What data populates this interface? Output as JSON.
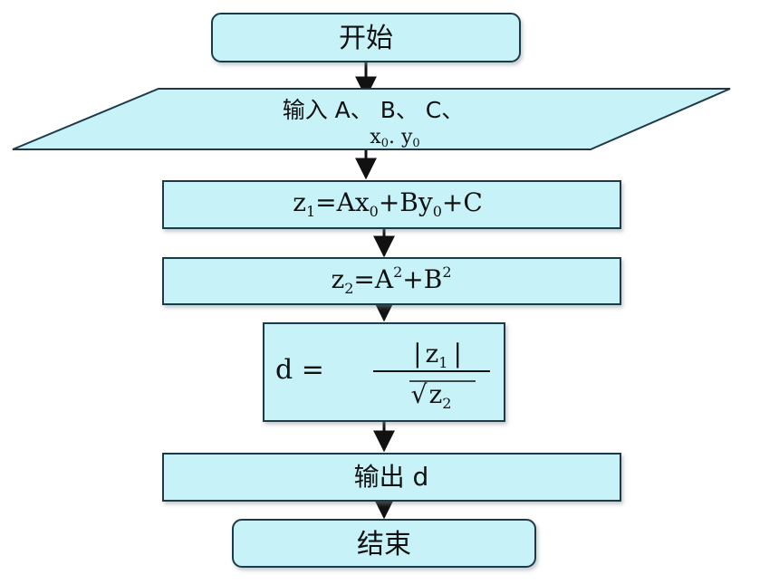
{
  "flowchart": {
    "colors": {
      "fill": "#c6f2f8",
      "stroke": "#1e3a4a",
      "arrow": "#111111",
      "text": "#111111"
    },
    "start": {
      "label": "开始"
    },
    "input": {
      "line1": "输入 A、 B、 C、",
      "line2_x": "x",
      "line2_sub0": "0",
      "line2_sep": ". ",
      "line2_y": "y",
      "line2_sub0b": "0"
    },
    "step_z1": {
      "lhs": "z",
      "lhs_sub": "1",
      "eq": "=Ax",
      "sub_a": "0",
      "mid": "+By",
      "sub_b": "0",
      "tail": "+C"
    },
    "step_z2": {
      "lhs": "z",
      "lhs_sub": "2",
      "eq": "=A",
      "sup_a": "2",
      "mid": "+B",
      "sup_b": "2"
    },
    "step_d": {
      "lhs": "d =",
      "num_bar": "|",
      "num_var": "z",
      "num_sub": "1",
      "den_root": "√",
      "den_var": "z",
      "den_sub": "2"
    },
    "output": {
      "label": "输出 d"
    },
    "end": {
      "label": "结束"
    }
  }
}
